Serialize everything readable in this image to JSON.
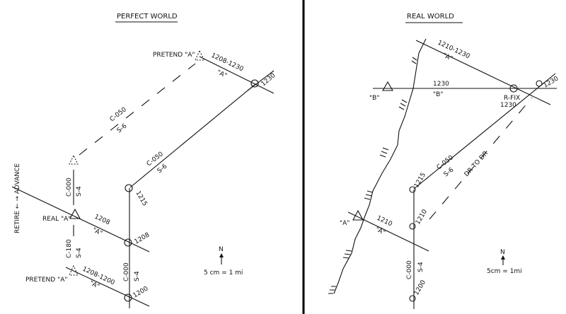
{
  "left": {
    "title": "PERFECT WORLD",
    "pretend_top": "PRETEND \"A\"",
    "lop_top_time": "1208-1230",
    "lop_top_name": "\"A\"",
    "fix_1230": "1230",
    "dashed_course": "C-050",
    "dashed_speed": "S-6",
    "course": "C-050",
    "speed": "S-6",
    "dr_1215": "1215",
    "advance_course": "C-000",
    "advance_speed": "S-4",
    "retire_course": "C-180",
    "retire_speed": "S-4",
    "real_a": "REAL \"A\"",
    "lop_mid_time": "1208",
    "lop_mid_name": "\"A\"",
    "dr_1208": "1208",
    "pretend_bottom": "PRETEND \"A\"",
    "lop_bottom_time": "1208-1200",
    "lop_bottom_name": "\"A\"",
    "vert_course": "C-000",
    "vert_speed": "S-4",
    "dr_1200": "1200",
    "retire_advance": "RETIRE ← → ADVANCE",
    "north": "N",
    "scale": "5 cm = 1 mi"
  },
  "right": {
    "title": "REAL WORLD",
    "lop_top_time": "1210-1230",
    "lop_top_name": "\"A\"",
    "lop_b_time": "1230",
    "lop_b_name": "\"B\"",
    "b_label": "\"B\"",
    "rfix": "R-FIX",
    "rfix_time": "1230",
    "dr_1230": "1230",
    "course": "C-050",
    "speed": "S-6",
    "dr_to_dr": "DR TO DR",
    "dr_1215": "1215",
    "dr_1210": "1210",
    "a_label": "\"A\"",
    "lop_a_time": "1210",
    "lop_a_name": "\"A\"",
    "vert_course": "C-000",
    "vert_speed": "S-4",
    "dr_1200": "1200",
    "north": "N",
    "scale": "5cm = 1mi"
  }
}
